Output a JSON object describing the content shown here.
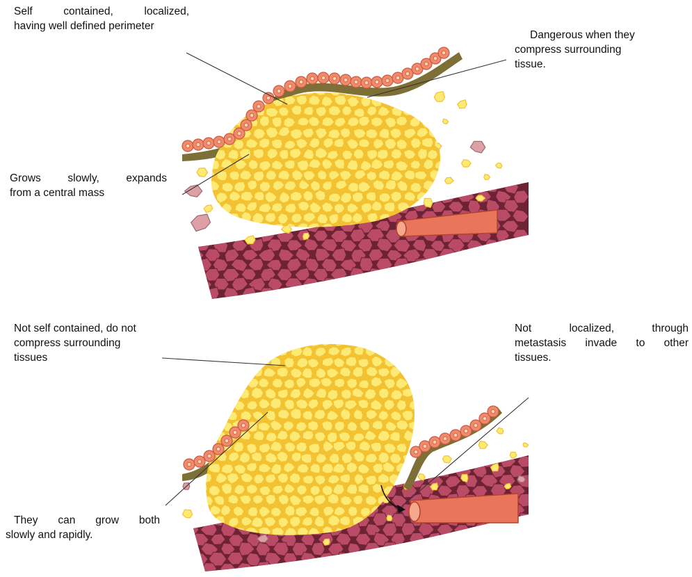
{
  "diagram": {
    "benign": {
      "labels": {
        "perimeter": [
          "Self contained, localized,",
          "having well defined perimeter"
        ],
        "compress": [
          "Dangerous when they",
          "compress surrounding",
          "tissue."
        ],
        "growth": [
          "Grows slowly, expands",
          "from a central mass"
        ]
      }
    },
    "malignant": {
      "labels": {
        "not_contained": [
          "Not self contained, do not",
          "compress surrounding",
          "tissues"
        ],
        "metastasis": [
          "Not localized, through",
          "metastasis invade to other",
          "tissues."
        ],
        "growth": [
          "They can grow both",
          "slowly and rapidly."
        ]
      }
    },
    "colors": {
      "tumor_cell_fill": "#fdea74",
      "tumor_cell_edge": "#f3c232",
      "epithelium_cell": "#f18a6c",
      "basement_membrane": "#7d6f35",
      "muscle_tissue": "#b94b66",
      "muscle_edge": "#6e2335",
      "blood_vessel": "#e9765a",
      "scattered_cell": "#dca0a6",
      "leader_line": "#333333"
    }
  }
}
